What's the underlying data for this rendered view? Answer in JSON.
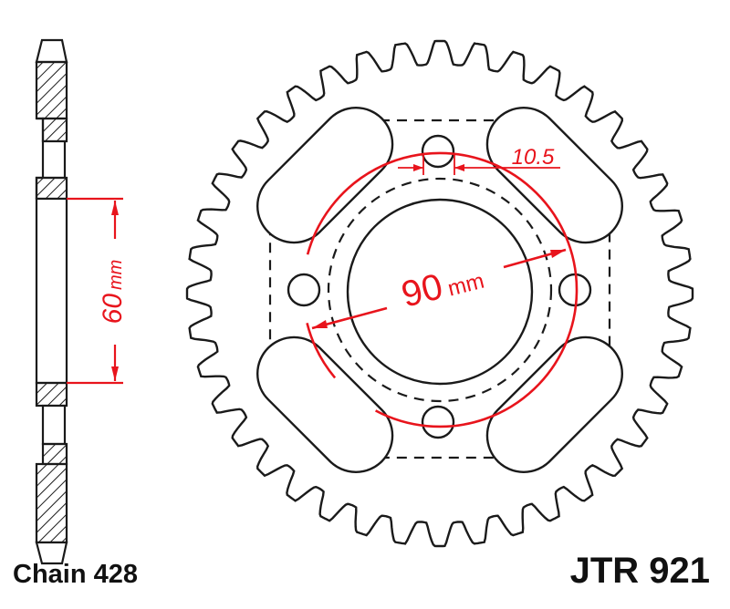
{
  "colors": {
    "outline": "#1a1a1a",
    "dimension": "#e8141c",
    "background": "#ffffff"
  },
  "sprocket": {
    "teeth": 40
  },
  "dimensions": {
    "center_bore": {
      "value": "60",
      "unit": "mm"
    },
    "bolt_circle": {
      "value": "90",
      "unit": "mm"
    },
    "bolt_hole": {
      "value": "10.5"
    }
  },
  "labels": {
    "chain": "Chain 428",
    "model": "JTR 921"
  }
}
